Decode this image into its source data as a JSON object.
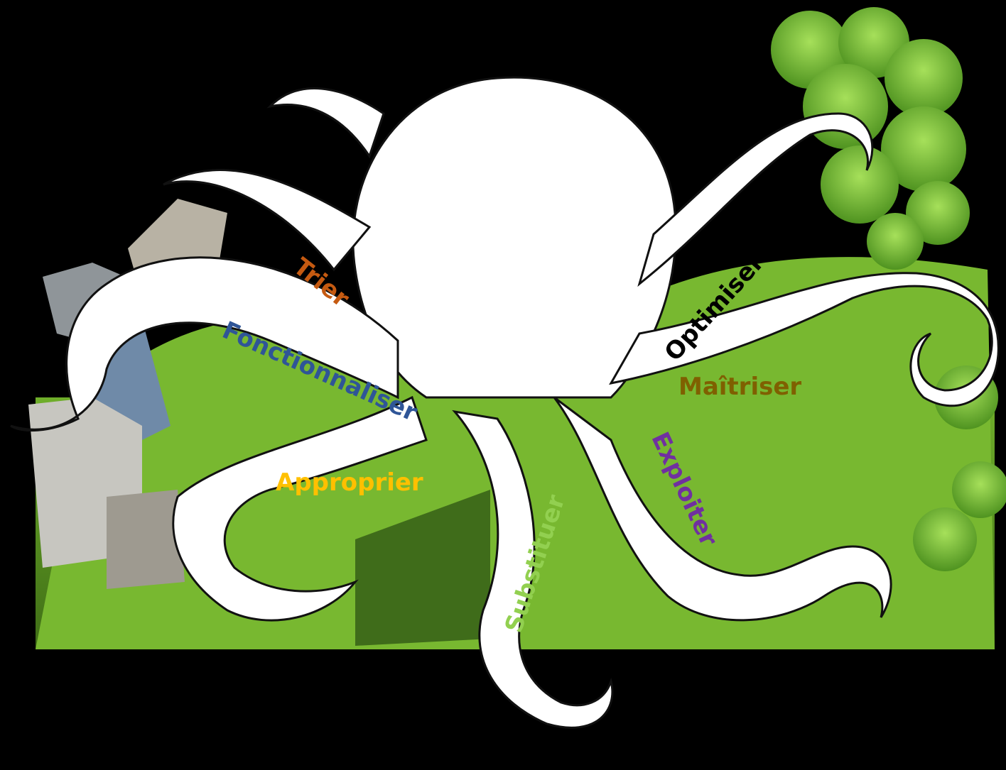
{
  "labels": {
    "trier": "Trier",
    "fonctionnaliser": "Fonctionnaliser",
    "approprier": "Approprier",
    "substituer": "Substituer",
    "optimiser": "Optimiser",
    "maitriser": "Maîtriser",
    "exploiter": "Exploiter"
  },
  "colors": {
    "trier": "#c55a11",
    "fonctionnaliser": "#2f5597",
    "approprier": "#ffc000",
    "substituer": "#92d050",
    "optimiser": "#000000",
    "maitriser": "#7f6000",
    "exploiter": "#7030a0",
    "background": "#000000",
    "octopus": "#ffffff",
    "greenery": "#7fb832",
    "buildings": "#9a9f9c"
  }
}
